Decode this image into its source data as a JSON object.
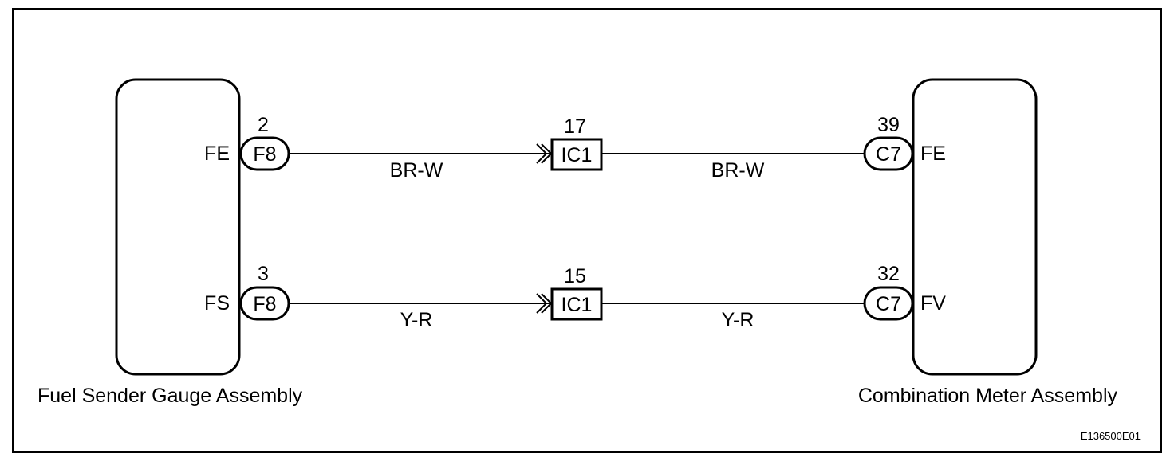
{
  "left_component": {
    "name": "Fuel Sender Gauge Assembly",
    "terminals": [
      {
        "signal": "FE",
        "pin": "2",
        "connector": "F8"
      },
      {
        "signal": "FS",
        "pin": "3",
        "connector": "F8"
      }
    ]
  },
  "right_component": {
    "name": "Combination Meter Assembly",
    "terminals": [
      {
        "signal": "FE",
        "pin": "39",
        "connector": "C7"
      },
      {
        "signal": "FV",
        "pin": "32",
        "connector": "C7"
      }
    ]
  },
  "junctions": [
    {
      "pin": "17",
      "connector": "IC1"
    },
    {
      "pin": "15",
      "connector": "IC1"
    }
  ],
  "wires": [
    {
      "left_color": "BR-W",
      "right_color": "BR-W"
    },
    {
      "left_color": "Y-R",
      "right_color": "Y-R"
    }
  ],
  "figure_code": "E136500E01"
}
